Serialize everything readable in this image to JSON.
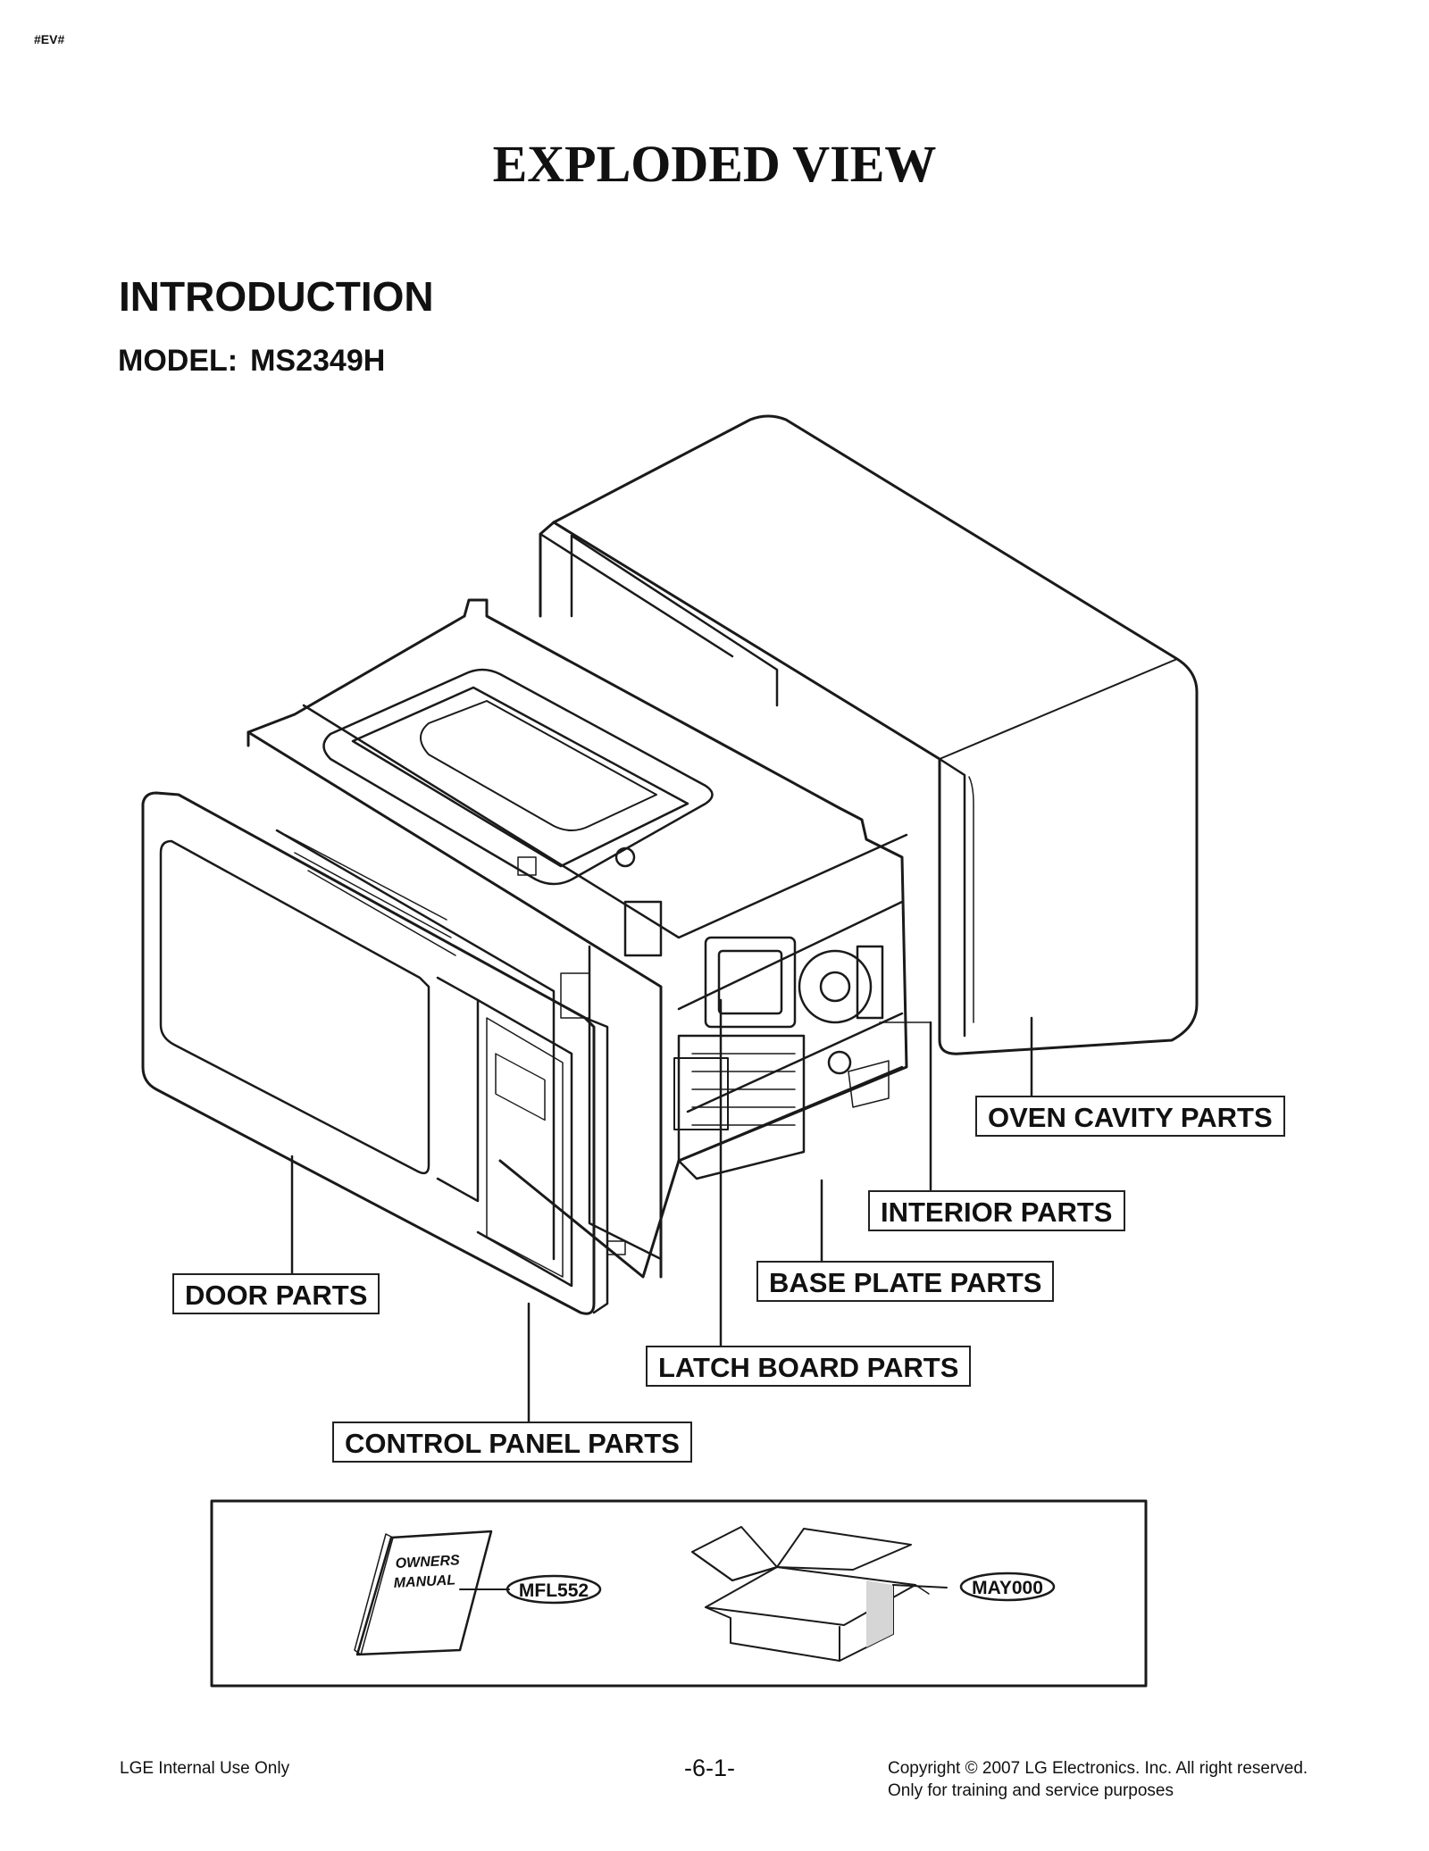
{
  "header": {
    "doc_code": "#EV#",
    "title": "EXPLODED VIEW",
    "section": "INTRODUCTION",
    "model_label": "MODEL:",
    "model_value": "MS2349H"
  },
  "callouts": {
    "oven_cavity": "OVEN CAVITY PARTS",
    "interior": "INTERIOR PARTS",
    "base_plate": "BASE PLATE PARTS",
    "door": "DOOR PARTS",
    "latch_board": "LATCH BOARD PARTS",
    "control_panel": "CONTROL PANEL PARTS"
  },
  "accessories": {
    "manual_text_line1": "OWNERS",
    "manual_text_line2": "MANUAL",
    "manual_code": "MFL552",
    "box_code": "MAY000"
  },
  "footer": {
    "left": "LGE Internal Use Only",
    "center": "-6-1-",
    "right": "Copyright © 2007 LG Electronics. Inc. All right reserved.\nOnly for training and service purposes"
  }
}
